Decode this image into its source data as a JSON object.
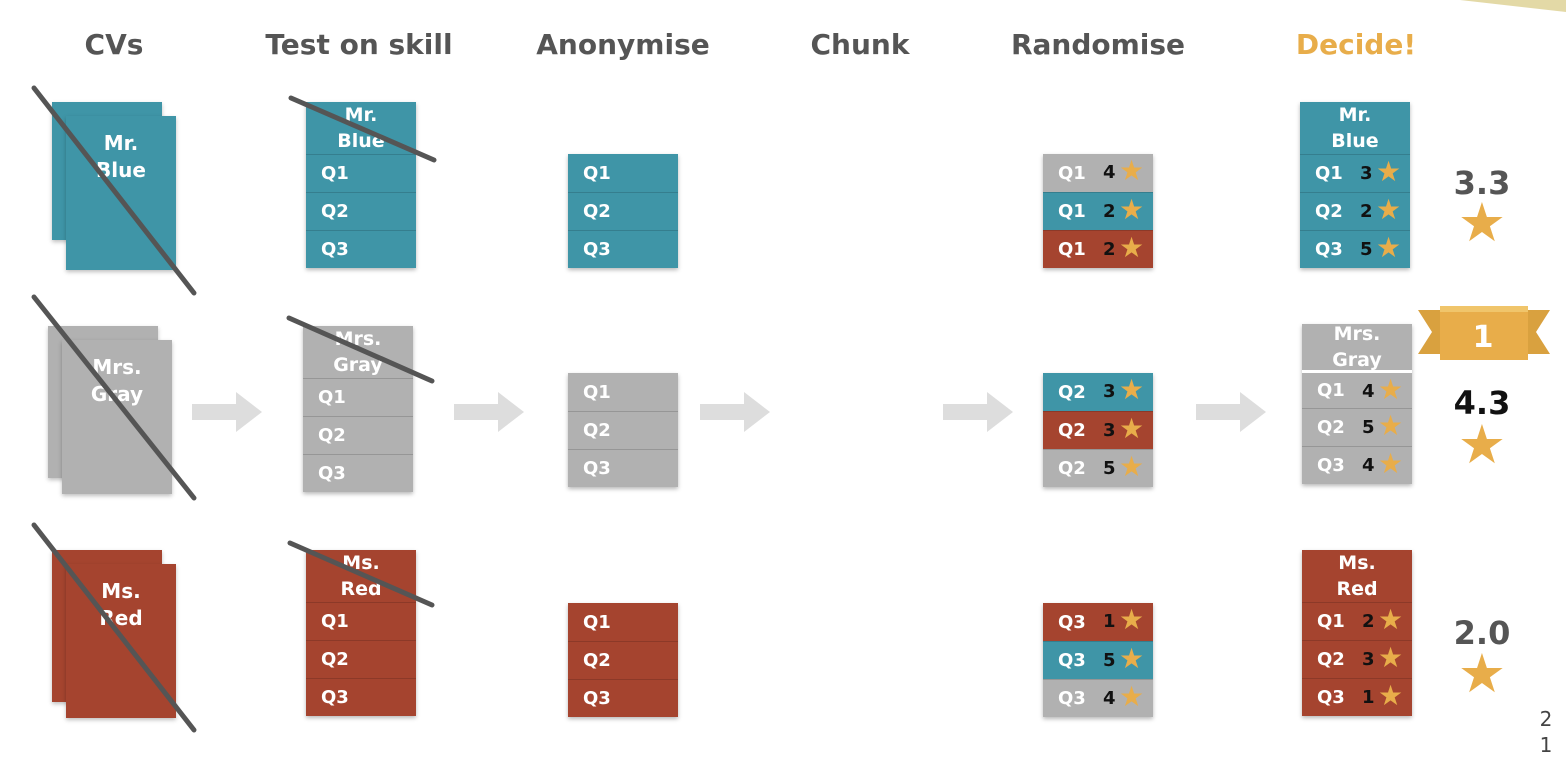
{
  "titles": {
    "cvs": "CVs",
    "test": "Test on skill",
    "anon": "Anonymise",
    "chunk": "Chunk",
    "random": "Randomise",
    "decide": "Decide!"
  },
  "candidates": {
    "blue": {
      "name_line1": "Mr.",
      "name_line2": "Blue"
    },
    "gray": {
      "name_line1": "Mrs.",
      "name_line2": "Gray"
    },
    "red": {
      "name_line1": "Ms.",
      "name_line2": "Red"
    }
  },
  "questions": {
    "q1": "Q1",
    "q2": "Q2",
    "q3": "Q3"
  },
  "randomise": {
    "g1": [
      {
        "label": "Q1",
        "score": "4"
      },
      {
        "label": "Q1",
        "score": "2"
      },
      {
        "label": "Q1",
        "score": "2"
      }
    ],
    "g2": [
      {
        "label": "Q2",
        "score": "3"
      },
      {
        "label": "Q2",
        "score": "3"
      },
      {
        "label": "Q2",
        "score": "5"
      }
    ],
    "g3": [
      {
        "label": "Q3",
        "score": "1"
      },
      {
        "label": "Q3",
        "score": "5"
      },
      {
        "label": "Q3",
        "score": "4"
      }
    ]
  },
  "decide": {
    "blue": {
      "scores": [
        "3",
        "2",
        "5"
      ],
      "average": "3.3"
    },
    "gray": {
      "scores": [
        "4",
        "5",
        "4"
      ],
      "average": "4.3"
    },
    "red": {
      "scores": [
        "2",
        "3",
        "1"
      ],
      "average": "2.0"
    }
  },
  "star_glyph": "★",
  "winner_rank": "1",
  "page_number": "2\n1",
  "colors": {
    "blue": "#3f95a7",
    "gray": "#b1b1b1",
    "red": "#a5442f",
    "accent": "#e8ad4a",
    "arrow": "#dddddd"
  },
  "icons": [
    "star-icon",
    "arrow-right-icon",
    "ribbon-icon",
    "strike-icon"
  ]
}
